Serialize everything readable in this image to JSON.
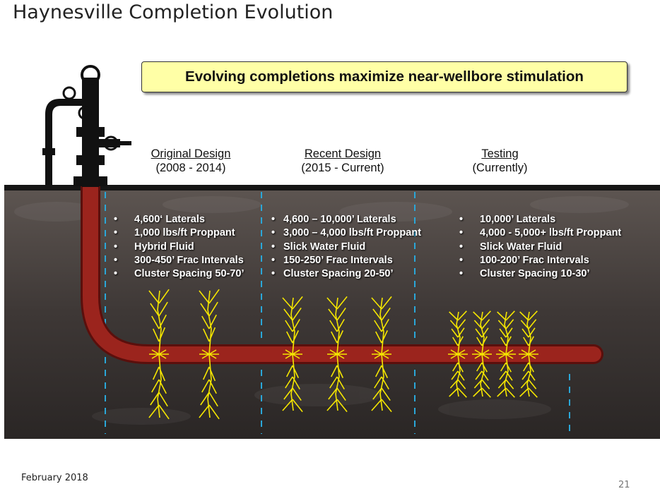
{
  "title": "Haynesville Completion Evolution",
  "callout": "Evolving completions maximize near-wellbore stimulation",
  "columns": [
    {
      "heading": "Original Design",
      "period": "(2008 - 2014)",
      "bullets": [
        "4,600‘ Laterals",
        "1,000 lbs/ft Proppant",
        "Hybrid Fluid",
        "300-450’ Frac Intervals",
        "Cluster Spacing 50-70’"
      ]
    },
    {
      "heading": "Recent Design",
      "period": "(2015 - Current)",
      "bullets": [
        "4,600 – 10,000’ Laterals",
        "3,000 – 4,000 lbs/ft Proppant",
        "Slick Water Fluid",
        "150-250’ Frac Intervals",
        "Cluster Spacing 20-50’"
      ]
    },
    {
      "heading": "Testing",
      "period": "(Currently)",
      "bullets": [
        "10,000’ Laterals",
        "4,000 - 5,000+ lbs/ft Proppant",
        "Slick Water Fluid",
        "100-200’ Frac Intervals",
        "Cluster Spacing 10-30’"
      ]
    }
  ],
  "footer": {
    "date": "February 2018",
    "page": "21"
  },
  "colors": {
    "pipe": "#8c1c17",
    "fracture": "#f5e600",
    "divider": "#2aa7d8",
    "callout_bg": "#ffffa6"
  }
}
